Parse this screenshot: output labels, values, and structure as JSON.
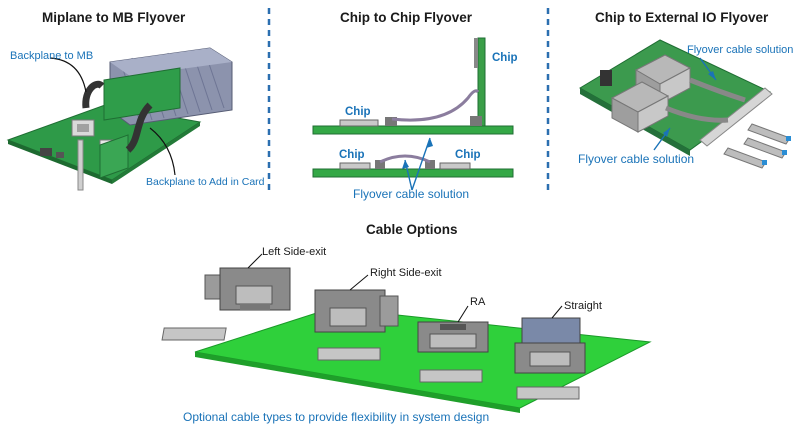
{
  "panels": {
    "miplane": {
      "title": "Miplane to MB Flyover",
      "label_backplane_mb": "Backplane to MB",
      "label_backplane_card": "Backplane to Add in Card"
    },
    "chip_to_chip": {
      "title": "Chip to Chip Flyover",
      "label_chip_vertical": "Chip",
      "label_chip_top": "Chip",
      "label_chip_bottom_left": "Chip",
      "label_chip_bottom_right": "Chip",
      "label_flyover": "Flyover cable solution"
    },
    "chip_to_io": {
      "title": "Chip to External IO Flyover",
      "label_flyover_top": "Flyover cable solution",
      "label_flyover_bottom": "Flyover cable solution"
    }
  },
  "cable_options": {
    "title": "Cable Options",
    "options": [
      {
        "label": "Left Side-exit"
      },
      {
        "label": "Right Side-exit"
      },
      {
        "label": "RA"
      },
      {
        "label": "Straight"
      }
    ],
    "caption": "Optional cable types to provide flexibility in system design"
  },
  "colors": {
    "divider": "#2b6fb0",
    "pcb_green": "#2fae3a",
    "label_blue": "#1a73b8"
  }
}
